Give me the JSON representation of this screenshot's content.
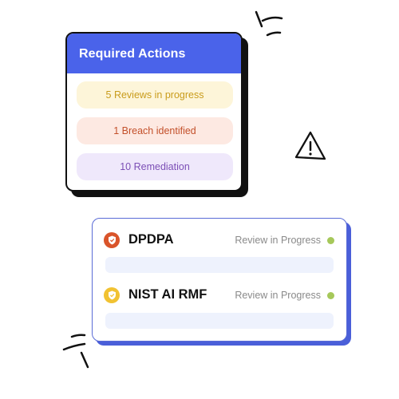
{
  "required_actions": {
    "title": "Required Actions",
    "items": [
      {
        "label": "5 Reviews in progress"
      },
      {
        "label": "1 Breach identified"
      },
      {
        "label": "10 Remediation"
      }
    ]
  },
  "frameworks": {
    "items": [
      {
        "name": "DPDPA",
        "status": "Review in Progress",
        "icon": "shield-icon"
      },
      {
        "name": "NIST AI RMF",
        "status": "Review in Progress",
        "icon": "shield-icon"
      }
    ]
  },
  "colors": {
    "header_blue": "#4a63ea",
    "status_green": "#a6c85a",
    "badge_red": "#d9542a",
    "badge_yellow": "#f1c232"
  }
}
